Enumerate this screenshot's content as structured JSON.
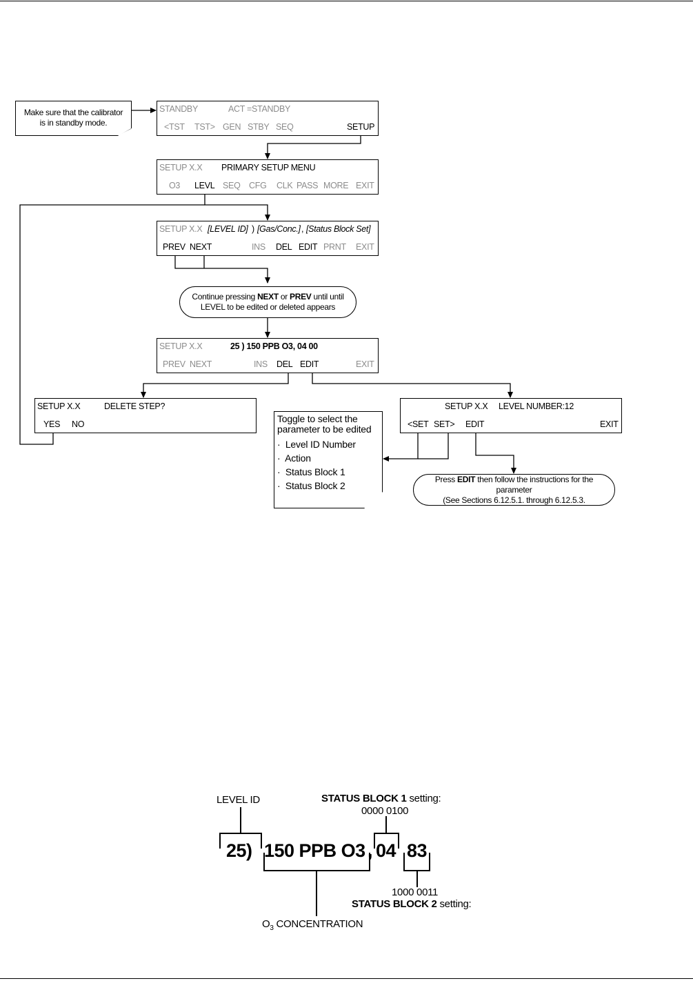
{
  "note_standby": {
    "line1": "Make sure that the calibrator",
    "line2": "is in standby mode."
  },
  "screen1": {
    "left": "STANDBY",
    "right": "ACT =STANDBY",
    "keys": [
      "<TST",
      "TST>",
      "GEN",
      "STBY",
      "SEQ"
    ],
    "setup": "SETUP"
  },
  "screen2": {
    "left": "SETUP X.X",
    "title": "PRIMARY SETUP MENU",
    "k_o3": "O3",
    "k_levl": "LEVL",
    "k_seq": "SEQ",
    "k_cfg": "CFG",
    "k_clk": "CLK",
    "k_pass": "PASS",
    "k_more": "MORE",
    "k_exit": "EXIT"
  },
  "screen3": {
    "left": "SETUP X.X",
    "l1": "[LEVEL ID]",
    "l2": ")",
    "l3": "[Gas/Conc.]",
    "l4": ",",
    "l5": "[Status Block Set]",
    "k_prev": "PREV",
    "k_next": "NEXT",
    "k_ins": "INS",
    "k_del": "DEL",
    "k_edit": "EDIT",
    "k_prnt": "PRNT",
    "k_exit": "EXIT"
  },
  "pill_continue": {
    "a": "Continue pressing ",
    "b": "NEXT",
    "c": " or ",
    "d": "PREV",
    "e": " until until",
    "line2": "LEVEL to be edited or deleted appears"
  },
  "screen4": {
    "left": "SETUP X.X",
    "title": "25 ) 150 PPB O3, 04 00",
    "k_prev": "PREV",
    "k_next": "NEXT",
    "k_ins": "INS",
    "k_del": "DEL",
    "k_edit": "EDIT",
    "k_exit": "EXIT"
  },
  "screen_delete": {
    "left": "SETUP X.X",
    "title": "DELETE STEP?",
    "k_yes": "YES",
    "k_no": "NO"
  },
  "screen_level": {
    "left": "SETUP X.X",
    "title": "LEVEL NUMBER:12",
    "k_set_prev": "<SET",
    "k_set_next": "SET>",
    "k_edit": "EDIT",
    "k_exit": "EXIT"
  },
  "toggle_note": {
    "head": "Toggle to select the parameter to be edited",
    "items": [
      "Level ID Number",
      "Action",
      "Status Block 1",
      "Status Block 2"
    ]
  },
  "pill_edit": {
    "a": "Press ",
    "b": "EDIT",
    "c": " then follow the instructions for the",
    "line2": "parameter",
    "line3": "(See Sections 6.12.5.1. through 6.12.5.3."
  },
  "decode": {
    "level_id_label": "LEVEL ID",
    "sb1_bold": "STATUS BLOCK 1",
    "sb1_rest": " setting:",
    "sb1_bits": "0000 0100",
    "p1": "25)",
    "p2": "150 PPB O3",
    "p3": "04",
    "p4": "83",
    "comma": ",",
    "sb2_bits": "1000 0011",
    "sb2_bold": "STATUS BLOCK 2",
    "sb2_rest": " setting:",
    "o3_a": "O",
    "o3_sub": "3",
    "o3_b": " CONCENTRATION"
  }
}
